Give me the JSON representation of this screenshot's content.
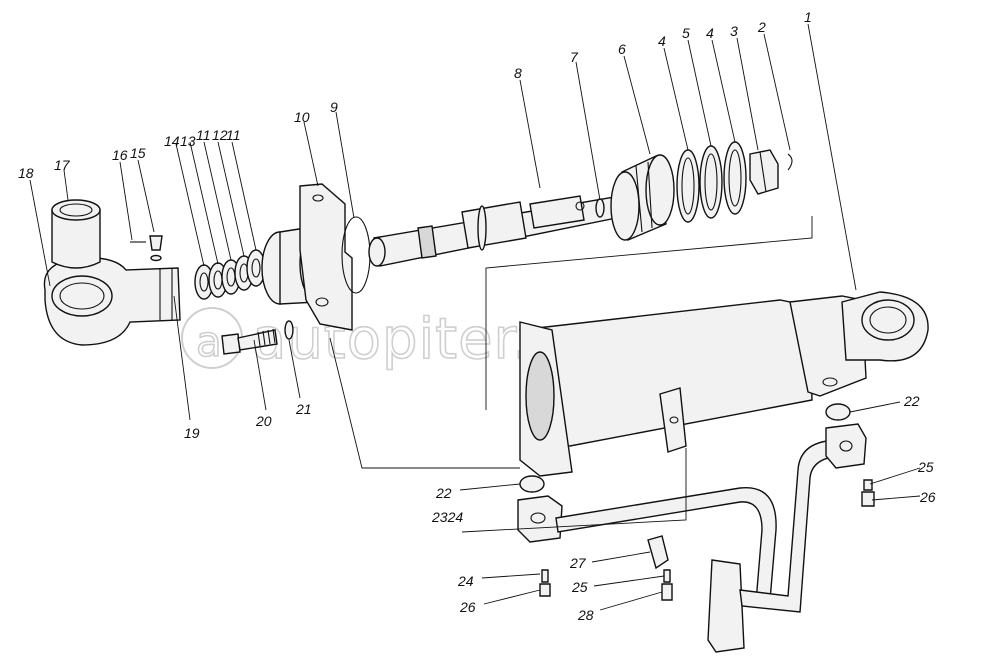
{
  "watermark": {
    "text": "autopiter.ru"
  },
  "callouts": [
    {
      "id": "c1",
      "text": "1"
    },
    {
      "id": "c2",
      "text": "2"
    },
    {
      "id": "c3",
      "text": "3"
    },
    {
      "id": "c4a",
      "text": "4"
    },
    {
      "id": "c5",
      "text": "5"
    },
    {
      "id": "c4b",
      "text": "4"
    },
    {
      "id": "c6",
      "text": "6"
    },
    {
      "id": "c7",
      "text": "7"
    },
    {
      "id": "c8",
      "text": "8"
    },
    {
      "id": "c9",
      "text": "9"
    },
    {
      "id": "c10",
      "text": "10"
    },
    {
      "id": "c11a",
      "text": "11"
    },
    {
      "id": "c12",
      "text": "12"
    },
    {
      "id": "c11b",
      "text": "11"
    },
    {
      "id": "c13",
      "text": "13"
    },
    {
      "id": "c14",
      "text": "14"
    },
    {
      "id": "c15",
      "text": "15"
    },
    {
      "id": "c16",
      "text": "16"
    },
    {
      "id": "c17",
      "text": "17"
    },
    {
      "id": "c18",
      "text": "18"
    },
    {
      "id": "c19",
      "text": "19"
    },
    {
      "id": "c20",
      "text": "20"
    },
    {
      "id": "c21",
      "text": "21"
    },
    {
      "id": "c22a",
      "text": "22"
    },
    {
      "id": "c22b",
      "text": "22"
    },
    {
      "id": "c2324",
      "text": "2324"
    },
    {
      "id": "c24",
      "text": "24"
    },
    {
      "id": "c25a",
      "text": "25"
    },
    {
      "id": "c25b",
      "text": "25"
    },
    {
      "id": "c26a",
      "text": "26"
    },
    {
      "id": "c26b",
      "text": "26"
    },
    {
      "id": "c27",
      "text": "27"
    },
    {
      "id": "c28",
      "text": "28"
    }
  ]
}
